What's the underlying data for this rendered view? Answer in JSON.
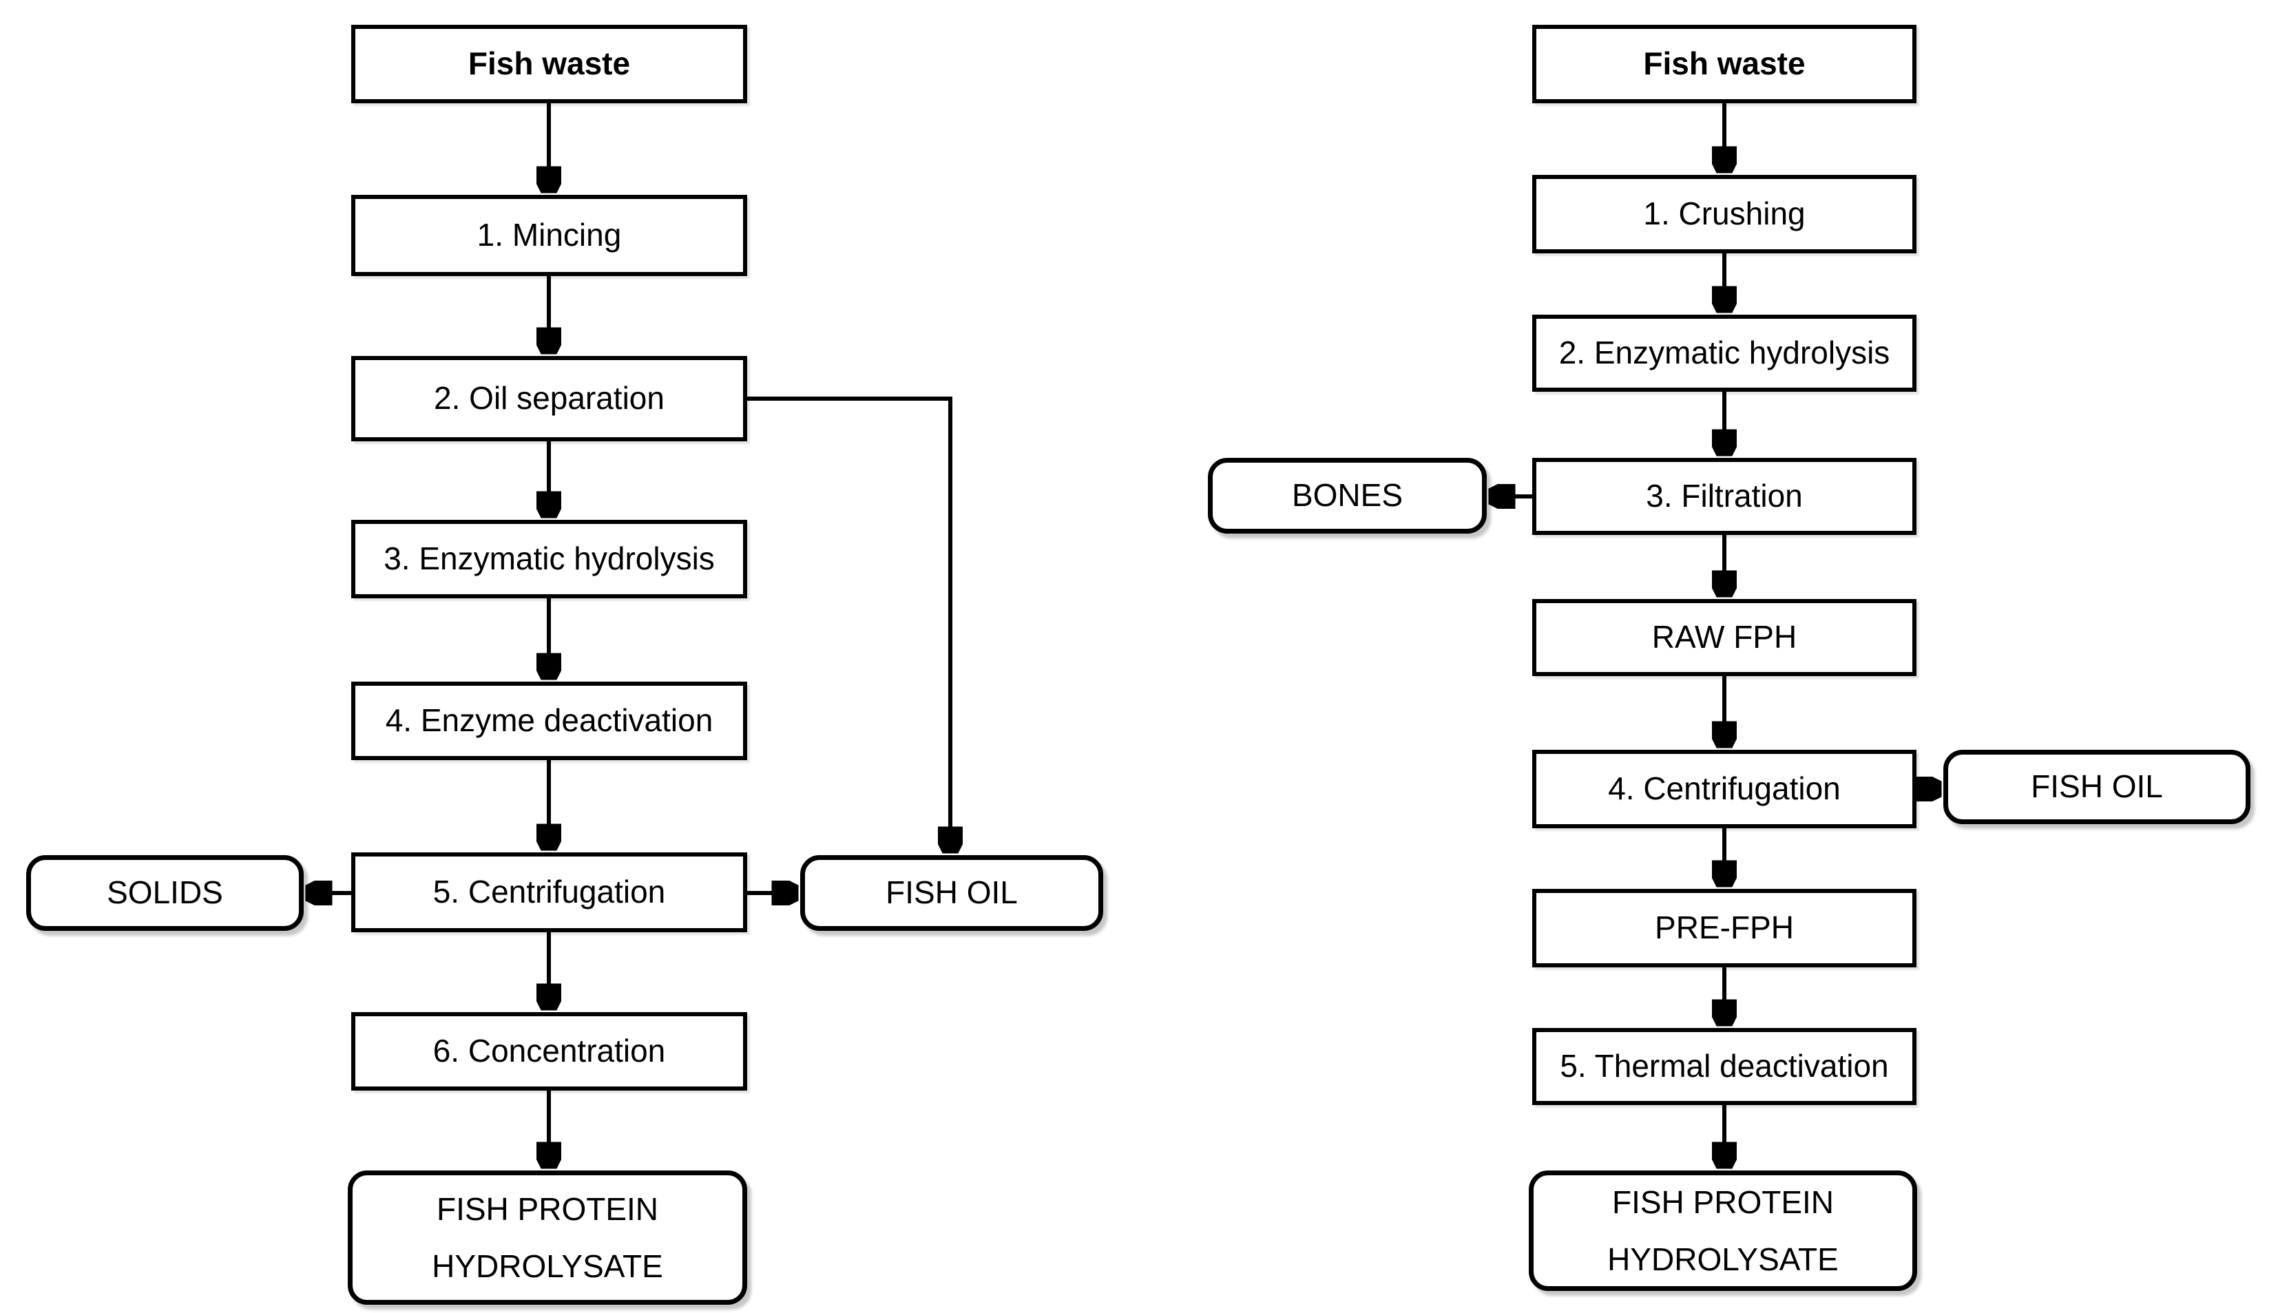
{
  "diagram": {
    "description": "Two flowcharts of fish protein hydrolysate production from fish waste"
  },
  "colors": {
    "background": "#ffffff",
    "box_fill": "#ffffff",
    "box_border": "#000000",
    "arrow": "#000000",
    "text": "#000000"
  },
  "left_chart": {
    "nodes": {
      "fish_waste": "Fish waste",
      "step1": "1. Mincing",
      "step2": "2. Oil separation",
      "step3": "3. Enzymatic hydrolysis",
      "step4": "4. Enzyme deactivation",
      "step5": "5. Centrifugation",
      "step6": "6. Concentration",
      "product": "FISH PROTEIN HYDROLYSATE",
      "solids": "SOLIDS",
      "fish_oil": "FISH OIL"
    },
    "edges": [
      {
        "from": "fish_waste",
        "to": "step1"
      },
      {
        "from": "step1",
        "to": "step2"
      },
      {
        "from": "step2",
        "to": "step3"
      },
      {
        "from": "step3",
        "to": "step4"
      },
      {
        "from": "step4",
        "to": "step5"
      },
      {
        "from": "step5",
        "to": "step6"
      },
      {
        "from": "step6",
        "to": "product"
      },
      {
        "from": "step5",
        "to": "solids"
      },
      {
        "from": "step5",
        "to": "fish_oil"
      },
      {
        "from": "step2",
        "to": "fish_oil"
      }
    ]
  },
  "right_chart": {
    "nodes": {
      "fish_waste": "Fish waste",
      "step1": "1. Crushing",
      "step2": "2. Enzymatic hydrolysis",
      "step3": "3. Filtration",
      "raw_fph": "RAW FPH",
      "step4": "4. Centrifugation",
      "pre_fph": "PRE-FPH",
      "step5": "5. Thermal deactivation",
      "product": "FISH PROTEIN HYDROLYSATE",
      "bones": "BONES",
      "fish_oil": "FISH OIL"
    },
    "edges": [
      {
        "from": "fish_waste",
        "to": "step1"
      },
      {
        "from": "step1",
        "to": "step2"
      },
      {
        "from": "step2",
        "to": "step3"
      },
      {
        "from": "step3",
        "to": "bones"
      },
      {
        "from": "step3",
        "to": "raw_fph"
      },
      {
        "from": "raw_fph",
        "to": "step4"
      },
      {
        "from": "step4",
        "to": "fish_oil"
      },
      {
        "from": "step4",
        "to": "pre_fph"
      },
      {
        "from": "pre_fph",
        "to": "step5"
      },
      {
        "from": "step5",
        "to": "product"
      }
    ]
  }
}
